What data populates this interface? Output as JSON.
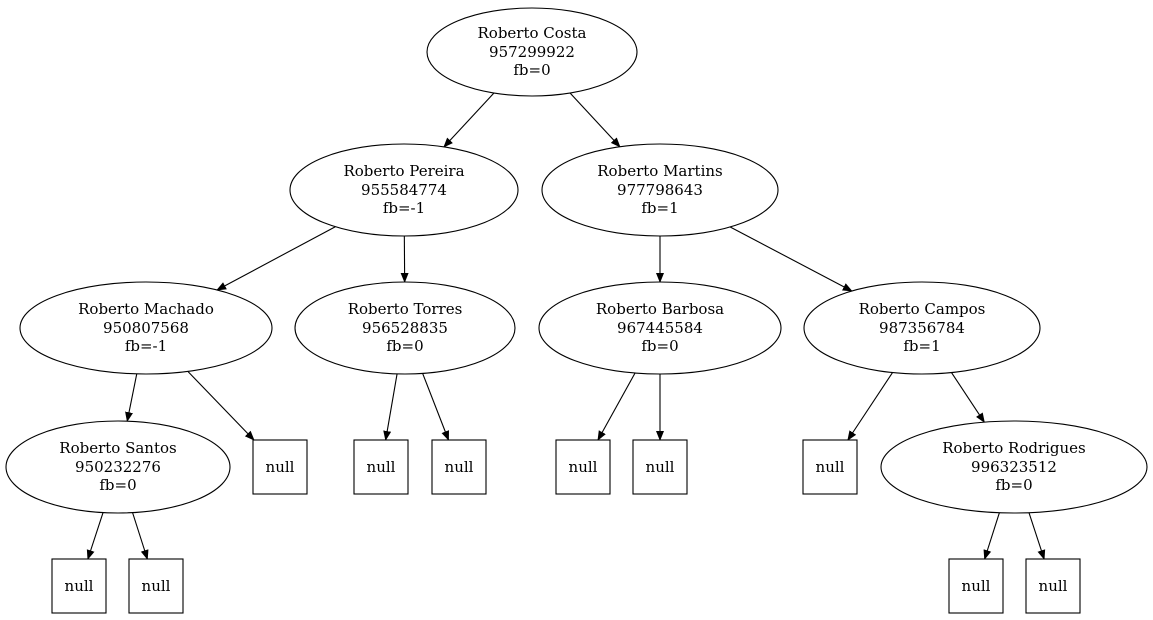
{
  "tree": {
    "nodes": [
      {
        "id": "n1",
        "kind": "person",
        "name": "Roberto Costa",
        "phone": "957299922",
        "fb": "fb=0"
      },
      {
        "id": "n2",
        "kind": "person",
        "name": "Roberto Pereira",
        "phone": "955584774",
        "fb": "fb=-1"
      },
      {
        "id": "n3",
        "kind": "person",
        "name": "Roberto Martins",
        "phone": "977798643",
        "fb": "fb=1"
      },
      {
        "id": "n4",
        "kind": "person",
        "name": "Roberto Machado",
        "phone": "950807568",
        "fb": "fb=-1"
      },
      {
        "id": "n5",
        "kind": "person",
        "name": "Roberto Torres",
        "phone": "956528835",
        "fb": "fb=0"
      },
      {
        "id": "n6",
        "kind": "person",
        "name": "Roberto Barbosa",
        "phone": "967445584",
        "fb": "fb=0"
      },
      {
        "id": "n7",
        "kind": "person",
        "name": "Roberto Campos",
        "phone": "987356784",
        "fb": "fb=1"
      },
      {
        "id": "n8",
        "kind": "person",
        "name": "Roberto Santos",
        "phone": "950232276",
        "fb": "fb=0"
      },
      {
        "id": "n9",
        "kind": "null",
        "label": "null"
      },
      {
        "id": "n10",
        "kind": "null",
        "label": "null"
      },
      {
        "id": "n11",
        "kind": "null",
        "label": "null"
      },
      {
        "id": "n12",
        "kind": "null",
        "label": "null"
      },
      {
        "id": "n13",
        "kind": "null",
        "label": "null"
      },
      {
        "id": "n14",
        "kind": "null",
        "label": "null"
      },
      {
        "id": "n15",
        "kind": "person",
        "name": "Roberto Rodrigues",
        "phone": "996323512",
        "fb": "fb=0"
      },
      {
        "id": "n16",
        "kind": "null",
        "label": "null"
      },
      {
        "id": "n17",
        "kind": "null",
        "label": "null"
      },
      {
        "id": "n18",
        "kind": "null",
        "label": "null"
      },
      {
        "id": "n19",
        "kind": "null",
        "label": "null"
      }
    ],
    "edges": [
      [
        "n1",
        "n2"
      ],
      [
        "n1",
        "n3"
      ],
      [
        "n2",
        "n4"
      ],
      [
        "n2",
        "n5"
      ],
      [
        "n3",
        "n6"
      ],
      [
        "n3",
        "n7"
      ],
      [
        "n4",
        "n8"
      ],
      [
        "n4",
        "n9"
      ],
      [
        "n5",
        "n10"
      ],
      [
        "n5",
        "n11"
      ],
      [
        "n6",
        "n12"
      ],
      [
        "n6",
        "n13"
      ],
      [
        "n7",
        "n14"
      ],
      [
        "n7",
        "n15"
      ],
      [
        "n8",
        "n16"
      ],
      [
        "n8",
        "n17"
      ],
      [
        "n15",
        "n18"
      ],
      [
        "n15",
        "n19"
      ]
    ]
  }
}
